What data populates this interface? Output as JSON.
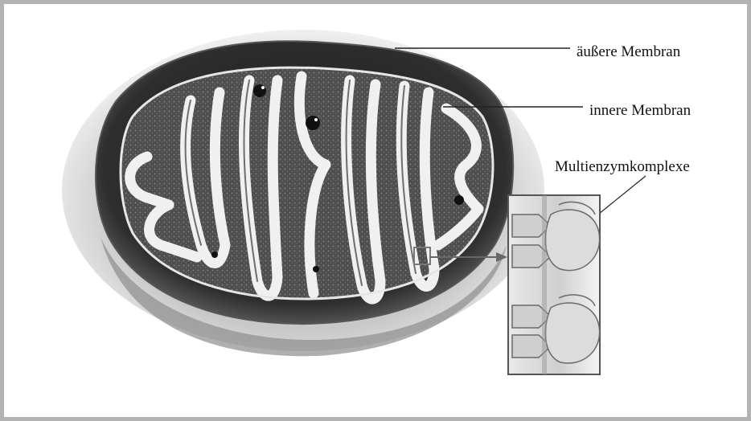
{
  "labels": {
    "outer_membrane": "äußere Membran",
    "inner_membrane": "innere Membran",
    "enzyme_complexes": "Multienzymkomplexe"
  },
  "colors": {
    "frame": "#b3b3b3",
    "outer_shell": "#2b2b2b",
    "matrix": "#5a5a5a",
    "membrane": "#efefef",
    "leader_line": "#222222"
  }
}
